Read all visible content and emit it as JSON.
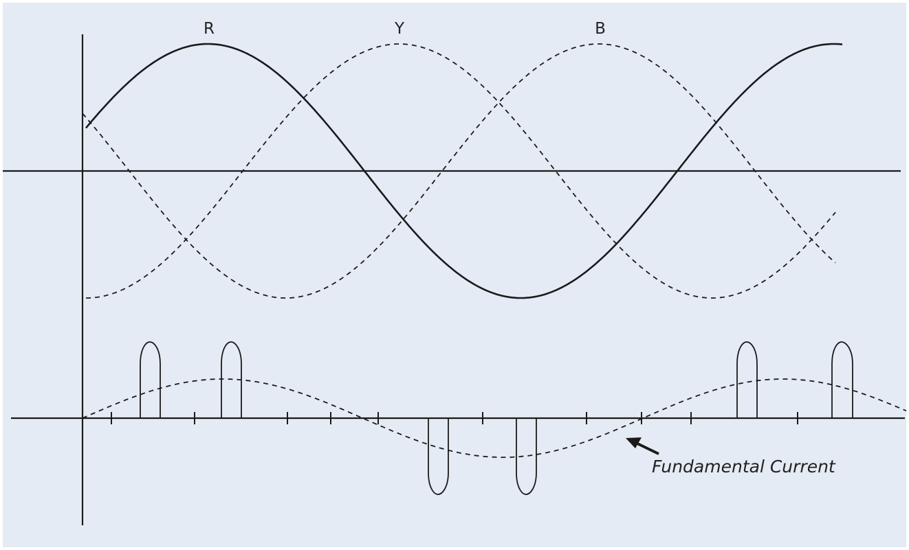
{
  "colors": {
    "background": "#e4ebf4",
    "border": "#ffffff",
    "stroke": "#1a1a1a"
  },
  "phase_labels": {
    "r": "R",
    "y": "Y",
    "b": "B"
  },
  "annotation": {
    "fundamental_current": "Fundamental Current"
  }
}
